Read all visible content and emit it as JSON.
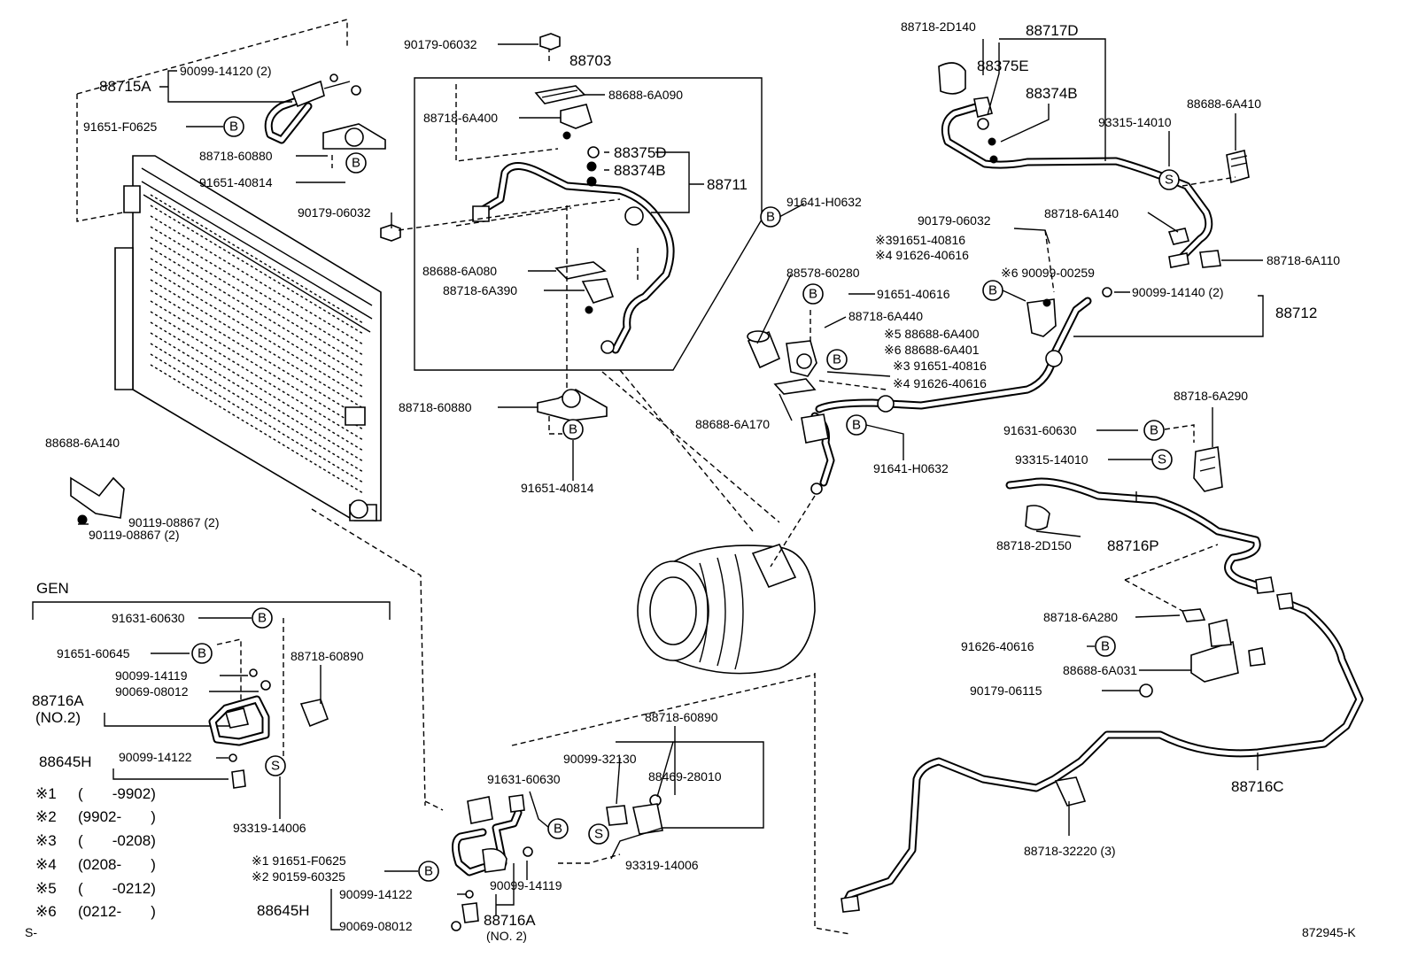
{
  "labels": {
    "p_90179_06032_top": "90179-06032",
    "p_88703": "88703",
    "p_88715a": "88715A",
    "p_90099_14120": "90099-14120 (2)",
    "p_88688_6a090": "88688-6A090",
    "p_91651_f0625": "91651-F0625",
    "p_88718_6a400": "88718-6A400",
    "p_88718_60880_a": "88718-60880",
    "p_88375d": "88375D",
    "p_88374b_a": "88374B",
    "p_88711": "88711",
    "p_91651_40814_a": "91651-40814",
    "p_90179_06032_mid": "90179-06032",
    "p_91641_h0632_a": "91641-H0632",
    "p_88688_6a080": "88688-6A080",
    "p_88718_6a390": "88718-6A390",
    "p_88718_60880_b": "88718-60880",
    "p_91651_40814_b": "91651-40814",
    "p_88688_6a140": "88688-6A140",
    "p_90119_08867_a": "90119-08867 (2)",
    "p_90119_08867_b": "90119-08867 (2)",
    "p_88718_2d140": "88718-2D140",
    "p_88717d": "88717D",
    "p_88375e": "88375E",
    "p_88374b_b": "88374B",
    "p_88688_6a410": "88688-6A410",
    "p_93315_14010_a": "93315-14010",
    "p_90179_06032_r": "90179-06032",
    "p_88718_6a140": "88718-6A140",
    "p_r_3_91651_40816": "※391651-40816",
    "p_r_4_91626_40616": "※4 91626-40616",
    "p_88718_6a110": "88718-6A110",
    "p_88578_60280": "88578-60280",
    "p_r_6_90099_00259": "※6 90099-00259",
    "p_90099_14140": "90099-14140 (2)",
    "p_91651_40616": "91651-40616",
    "p_88712": "88712",
    "p_88718_6a440": "88718-6A440",
    "p_r_5_88688_6a400": "※5 88688-6A400",
    "p_r_6_88688_6a401": "※6 88688-6A401",
    "p_r_3_91651_40816_b": "※3 91651-40816",
    "p_r_4_91626_40616_b": "※4 91626-40616",
    "p_88688_6a170": "88688-6A170",
    "p_91641_h0632_b": "91641-H0632",
    "p_88718_6a290": "88718-6A290",
    "p_91631_60630_r": "91631-60630",
    "p_93315_14010_b": "93315-14010",
    "p_88718_2d150": "88718-2D150",
    "p_88716p": "88716P",
    "p_88718_6a280": "88718-6A280",
    "p_91626_40616_r": "91626-40616",
    "p_88688_6a031": "88688-6A031",
    "p_90179_06115": "90179-06115",
    "p_88716c": "88716C",
    "p_88718_32220": "88718-32220 (3)",
    "gen": "GEN",
    "p_91631_60630_gen": "91631-60630",
    "p_91651_60645": "91651-60645",
    "p_88718_60890_gen": "88718-60890",
    "p_90099_14119_gen": "90099-14119",
    "p_90069_08012_gen": "90069-08012",
    "p_88716a_gen": "88716A",
    "p_no2_gen": "(NO.2)",
    "p_88645h_gen": "88645H",
    "p_90099_14122_gen": "90099-14122",
    "p_93319_14006_gen": "93319-14006",
    "p_88718_60890_b": "88718-60890",
    "p_90099_32130": "90099-32130",
    "p_88469_28010": "88469-28010",
    "p_91631_60630_b": "91631-60630",
    "p_93319_14006_b": "93319-14006",
    "p_r1_91651_f0625": "※1 91651-F0625",
    "p_r2_90159_60325": "※2 90159-60325",
    "p_90099_14122_b": "90099-14122",
    "p_90099_14119_b": "90099-14119",
    "p_88645h_b": "88645H",
    "p_88716a_b": "88716A",
    "p_no2_b": "(NO. 2)",
    "p_90069_08012_b": "90069-08012",
    "diagram_id": "872945-K",
    "s_prefix": "S-"
  },
  "footnotes": [
    {
      "mark": "※1",
      "range": "(       -9902)"
    },
    {
      "mark": "※2",
      "range": "(9902-       )"
    },
    {
      "mark": "※3",
      "range": "(       -0208)"
    },
    {
      "mark": "※4",
      "range": "(0208-       )"
    },
    {
      "mark": "※5",
      "range": "(       -0212)"
    },
    {
      "mark": "※6",
      "range": "(0212-       )"
    }
  ],
  "markers": {
    "b": "B",
    "s": "S"
  }
}
